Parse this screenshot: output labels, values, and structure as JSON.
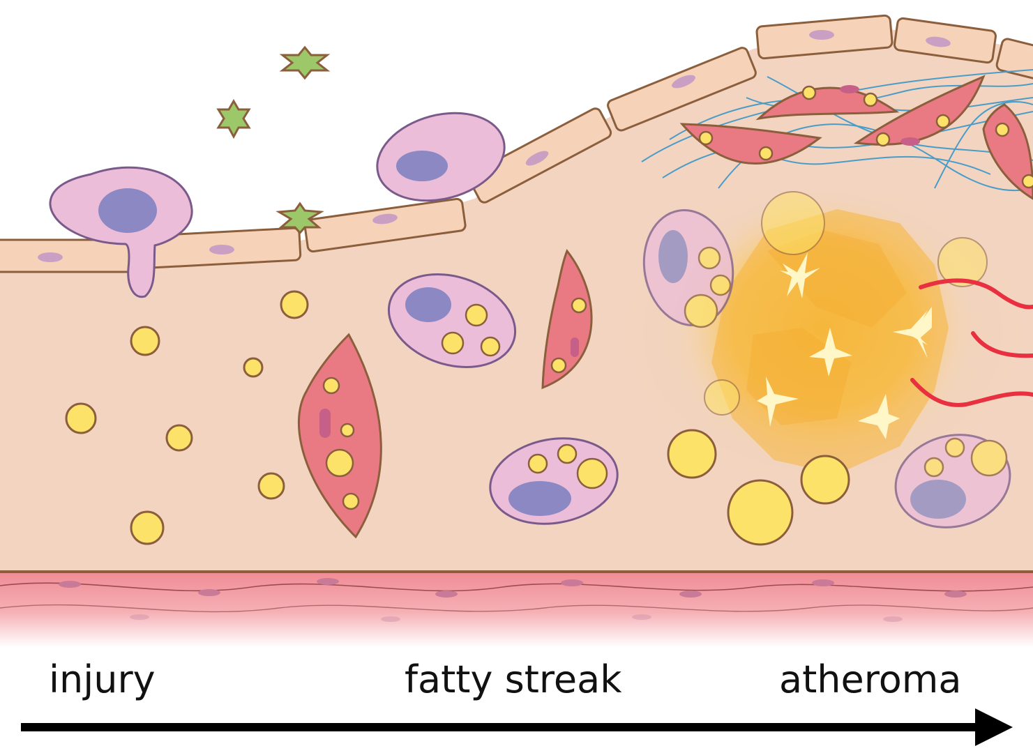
{
  "stages": {
    "injury": "injury",
    "fatty_streak": "fatty streak",
    "atheroma": "atheroma"
  },
  "colors": {
    "intima": "#f2d4c0",
    "endothelium": "#f6d2b8",
    "cell_outline": "#8b5e3c",
    "monocyte": "#ecbdd8",
    "monocyte_outline": "#7a5a8a",
    "nucleus": "#8b88c4",
    "lipid": "#fde26a",
    "smooth_muscle": "#e97a84",
    "media": "#f08a94",
    "collagen": "#4a9cc8",
    "core": "#f6b83a",
    "crystal": "#fff7c8",
    "chemokine": "#9cc86a",
    "vessel": "#e83040",
    "arrow": "#000000"
  },
  "icons": [
    "chemokine-star-icon",
    "cholesterol-crystal-icon",
    "lipid-droplet-icon"
  ]
}
